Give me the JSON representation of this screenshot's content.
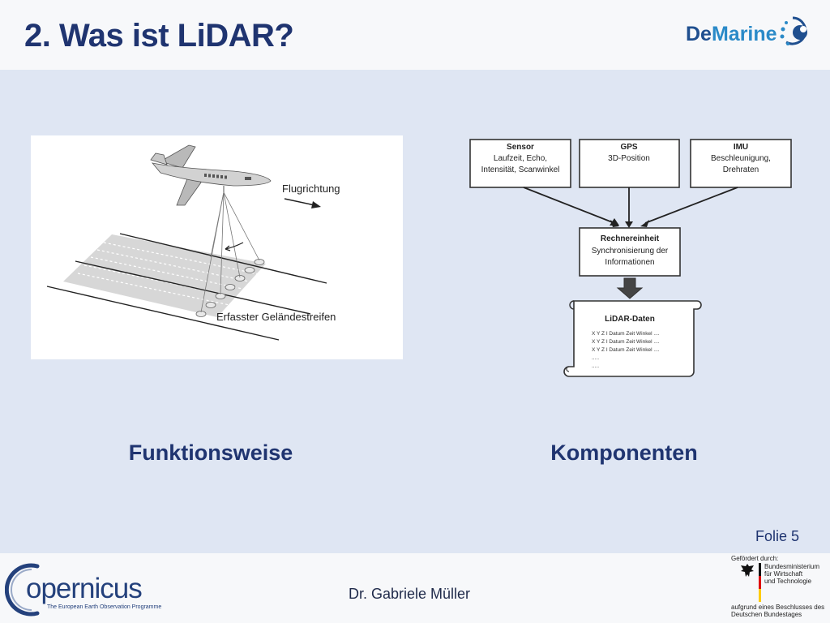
{
  "header": {
    "title": "2. Was ist LiDAR?",
    "logo_de": "De",
    "logo_marine": "Marine"
  },
  "left_figure": {
    "direction_label": "Flugrichtung",
    "strip_label": "Erfasster Geländestreifen"
  },
  "right_figure": {
    "boxes": [
      {
        "title": "Sensor",
        "lines": [
          "Laufzeit, Echo,",
          "Intensität, Scanwinkel"
        ]
      },
      {
        "title": "GPS",
        "lines": [
          "3D-Position"
        ]
      },
      {
        "title": "IMU",
        "lines": [
          "Beschleunigung,",
          "Drehraten"
        ]
      }
    ],
    "unit": {
      "title": "Rechnereinheit",
      "lines": [
        "Synchronisierung der",
        "Informationen"
      ]
    },
    "data": {
      "title": "LiDAR-Daten",
      "lines": [
        "X Y Z I Datum Zeit Winkel ....",
        "X Y Z I Datum Zeit Winkel ....",
        "X Y Z I Datum Zeit Winkel ....",
        ".....",
        "....."
      ]
    }
  },
  "captions": {
    "left": "Funktionsweise",
    "right": "Komponenten"
  },
  "slide_number": "Folie 5",
  "footer": {
    "author": "Dr. Gabriele Müller",
    "copernicus_word": "opernicus",
    "copernicus_sub": "The European Earth Observation Programme",
    "funding_label": "Gefördert durch:",
    "ministry_lines": [
      "Bundesministerium",
      "für Wirtschaft",
      "und Technologie"
    ],
    "funding_bottom": [
      "aufgrund eines Beschlusses des",
      "Deutschen Bundestages"
    ]
  },
  "colors": {
    "title": "#1f3470",
    "background": "#dfe6f3",
    "bars": "#f7f8fa"
  }
}
